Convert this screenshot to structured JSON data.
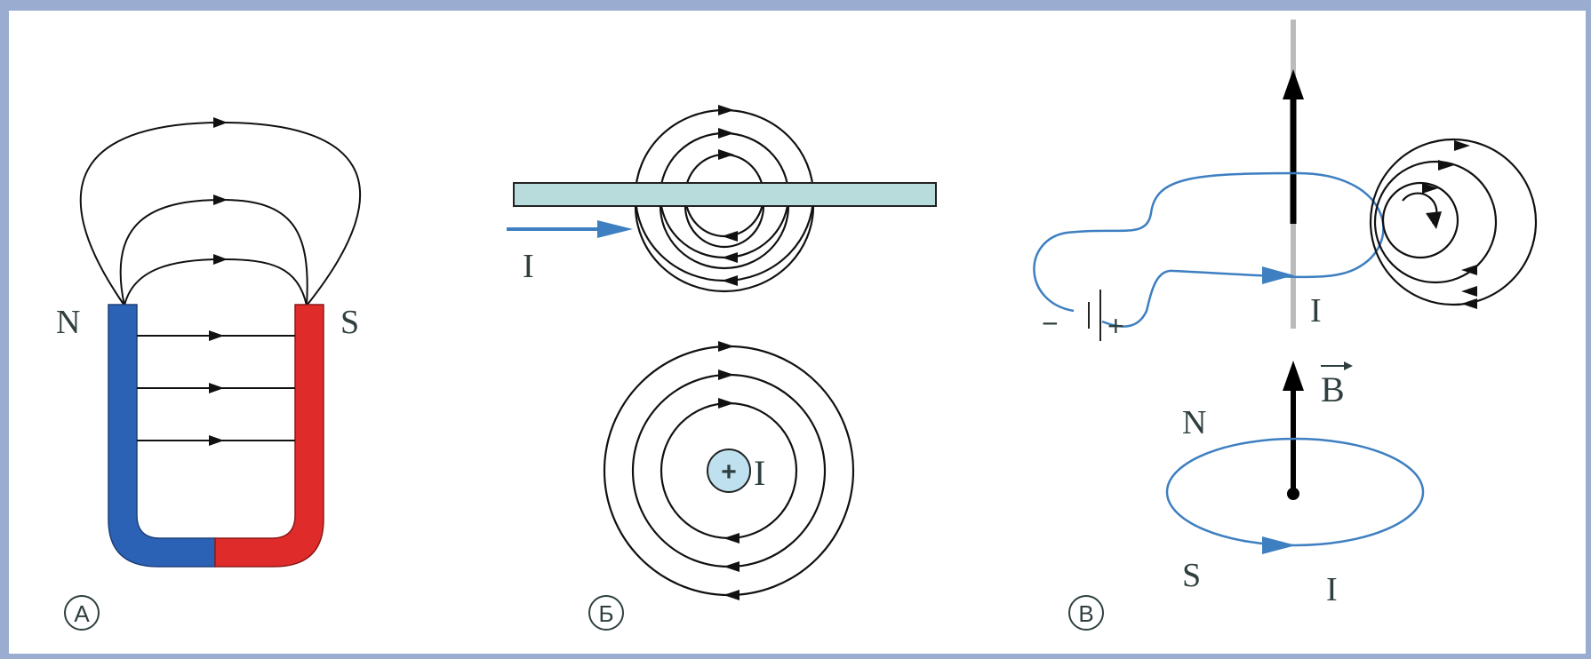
{
  "colors": {
    "frame": "#9aadd0",
    "magnet_north": "#2b62b5",
    "magnet_south": "#e02b2b",
    "current_blue": "#3d7fc1",
    "rod": "#b8dcdc",
    "field_lines": "#111111",
    "text": "#2f3f3f"
  },
  "panel_a": {
    "label": "А",
    "north": "N",
    "south": "S"
  },
  "panel_b": {
    "label": "Б",
    "current_wire": "I",
    "current_cross": "I",
    "plus": "+"
  },
  "panel_v": {
    "label": "В",
    "minus": "−",
    "plus": "+",
    "current_wire": "I",
    "field": "B",
    "north": "N",
    "south": "S",
    "current_loop": "I"
  }
}
